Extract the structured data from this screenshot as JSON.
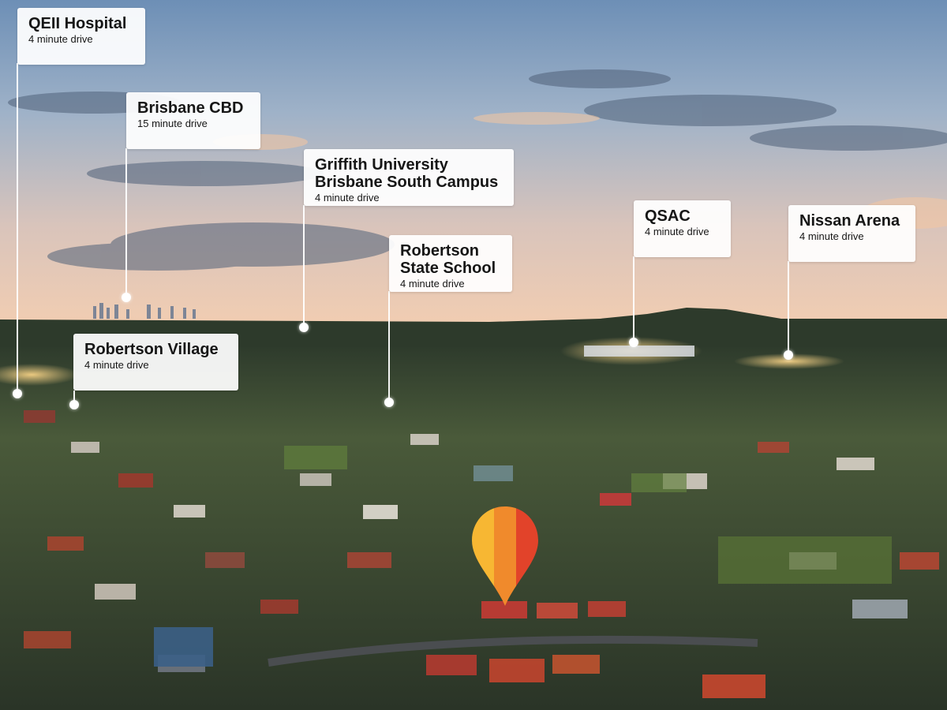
{
  "locations": [
    {
      "id": "qeii",
      "name": "QEII Hospital",
      "time": "4 minute drive"
    },
    {
      "id": "cbd",
      "name": "Brisbane CBD",
      "time": "15 minute drive"
    },
    {
      "id": "griffith",
      "name": "Griffith University\nBrisbane South Campus",
      "time": "4 minute drive"
    },
    {
      "id": "school",
      "name": "Robertson\nState School",
      "time": "4 minute drive"
    },
    {
      "id": "qsac",
      "name": "QSAC",
      "time": "4 minute drive"
    },
    {
      "id": "nissan",
      "name": "Nissan Arena",
      "time": "4 minute drive"
    },
    {
      "id": "village",
      "name": "Robertson Village",
      "time": "4 minute drive"
    }
  ],
  "colors": {
    "pin_left": "#f7b733",
    "pin_mid": "#f08a2c",
    "pin_right": "#e2432a",
    "label_bg": "#ffffff",
    "label_text": "#161616"
  },
  "icons": {
    "property_marker": "map-pin-icon"
  }
}
